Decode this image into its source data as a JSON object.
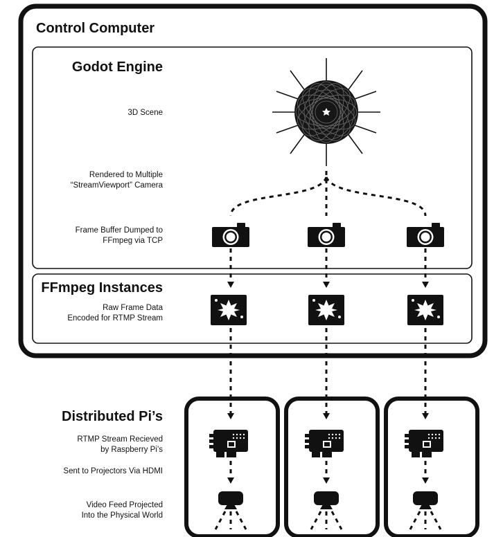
{
  "control_computer": {
    "title": "Control Computer"
  },
  "godot": {
    "title": "Godot Engine",
    "scene_label": "3D Scene",
    "rendered_line1": "Rendered to Multiple",
    "rendered_line2": "“StreamViewport” Camera",
    "framebuffer_line1": "Frame Buffer Dumped to",
    "framebuffer_line2": "FFmpeg via TCP"
  },
  "ffmpeg": {
    "title": "FFmpeg Instances",
    "line1": "Raw Frame Data",
    "line2": "Encoded for RTMP Stream"
  },
  "pis": {
    "title": "Distributed Pi’s",
    "rtmp_line1": "RTMP Stream Recieved",
    "rtmp_line2": "by Raspberry Pi’s",
    "hdmi": "Sent to Projectors Via HDMI",
    "video_line1": "Video Feed Projected",
    "video_line2": "Into the Physical World"
  },
  "icons": [
    "3d-scene-icon",
    "camera-icon",
    "encoder-icon",
    "raspberry-pi-icon",
    "projector-icon"
  ],
  "colors": {
    "stroke": "#111111",
    "background": "#ffffff"
  }
}
